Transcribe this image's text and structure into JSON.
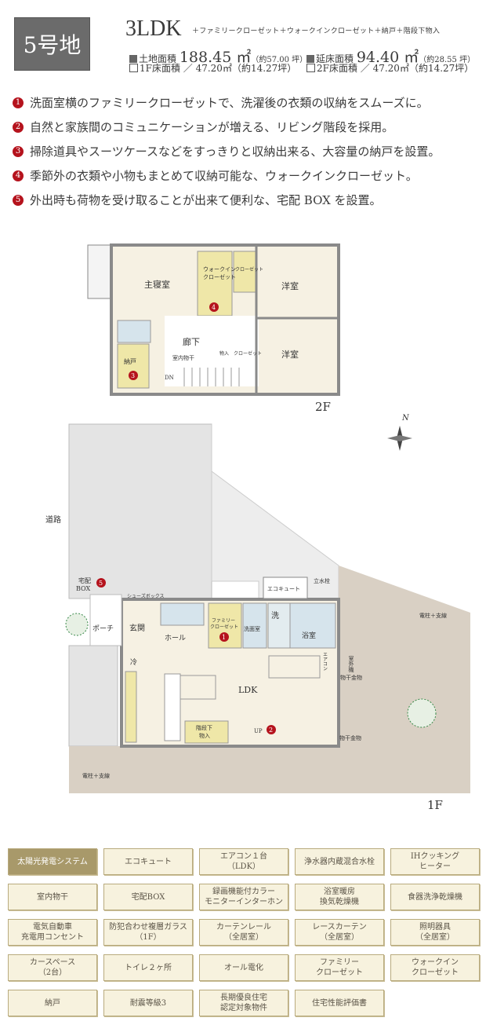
{
  "header": {
    "lot": "5号地",
    "layout": "3LDK",
    "extras": "＋ファミリークローゼット＋ウォークインクローゼット＋納戸＋階段下物入",
    "land_area": {
      "label": "土地面積",
      "value": "188.45 ㎡",
      "tsubo": "（約57.00 坪）"
    },
    "floor_area": {
      "label": "延床面積",
      "value": "94.40 ㎡",
      "tsubo": "（約28.55 坪）"
    },
    "floor1": "1F床面積 ／ 47.20㎡（約14.27坪）",
    "floor2": "2F床面積 ／ 47.20㎡（約14.27坪）"
  },
  "points": [
    {
      "num": "1",
      "text": "洗面室横のファミリークローゼットで、洗濯後の衣類の収納をスムーズに。"
    },
    {
      "num": "2",
      "text": "自然と家族間のコミュニケーションが増える、リビング階段を採用。"
    },
    {
      "num": "3",
      "text": "掃除道具やスーツケースなどをすっきりと収納出来る、大容量の納戸を設置。"
    },
    {
      "num": "4",
      "text": "季節外の衣類や小物もまとめて収納可能な、ウォークインクローゼット。"
    },
    {
      "num": "5",
      "text": "外出時も荷物を受け取ることが出来て便利な、宅配 BOX を設置。"
    }
  ],
  "plan2f": {
    "floor_label": "2F",
    "master": "主寝室",
    "wic1": "ウォークイン",
    "wic2": "クローゼット",
    "closet_v": "クローゼット",
    "western1": "洋室",
    "western2": "洋室",
    "hall": "廊下",
    "drying": "室内物干",
    "storage": "納戸",
    "mono": "物入",
    "closet2": "クローゼット",
    "dn": "DN",
    "n3": "3",
    "n4": "4"
  },
  "plan1f": {
    "floor_label": "1F",
    "road": "道路",
    "compass": "N",
    "delivery": "宅配",
    "box": "BOX",
    "shoes": "シューズボックス",
    "ecocute": "エコキュート",
    "faucet": "立水栓",
    "pole1": "電柱＋支線",
    "pole2": "電柱＋支線",
    "porch": "ポーチ",
    "entrance": "玄関",
    "hall": "ホール",
    "fc1": "ファミリー",
    "fc2": "クローゼット",
    "wash": "洗面室",
    "laundry": "洗",
    "bath": "浴室",
    "fridge": "冷",
    "ldk": "LDK",
    "aircon": "エアコン",
    "outdoor": "室外機",
    "hanger1": "物干金物",
    "hanger2": "物干金物",
    "under1": "階段下",
    "under2": "物入",
    "up": "UP",
    "n1": "1",
    "n2": "2",
    "n5": "5"
  },
  "features": [
    {
      "label": "太陽光発電システム",
      "active": true
    },
    {
      "label": "エコキュート"
    },
    {
      "label": "エアコン１台\n（LDK）"
    },
    {
      "label": "浄水器内蔵混合水栓"
    },
    {
      "label": "IHクッキング\nヒーター"
    },
    {
      "label": "室内物干"
    },
    {
      "label": "宅配BOX"
    },
    {
      "label": "録画機能付カラー\nモニターインターホン"
    },
    {
      "label": "浴室暖房\n換気乾燥機"
    },
    {
      "label": "食器洗浄乾燥機"
    },
    {
      "label": "電気自動車\n充電用コンセント"
    },
    {
      "label": "防犯合わせ複層ガラス\n（1F）"
    },
    {
      "label": "カーテンレール\n（全居室）"
    },
    {
      "label": "レースカーテン\n（全居室）"
    },
    {
      "label": "照明器具\n（全居室）"
    },
    {
      "label": "カースペース\n（2台）"
    },
    {
      "label": "トイレ２ヶ所"
    },
    {
      "label": "オール電化"
    },
    {
      "label": "ファミリー\nクローゼット"
    },
    {
      "label": "ウォークイン\nクローゼット"
    },
    {
      "label": "納戸"
    },
    {
      "label": "耐震等級3"
    },
    {
      "label": "長期優良住宅\n認定対象物件"
    },
    {
      "label": "住宅性能評価書"
    }
  ],
  "colors": {
    "accent_red": "#b5131d",
    "badge": "#6b6b6b",
    "feature_bg": "#f7f2de",
    "feature_active": "#a8996a",
    "room": "#f6f1e3",
    "closet": "#efe7a8",
    "water": "#d6e4ec"
  }
}
